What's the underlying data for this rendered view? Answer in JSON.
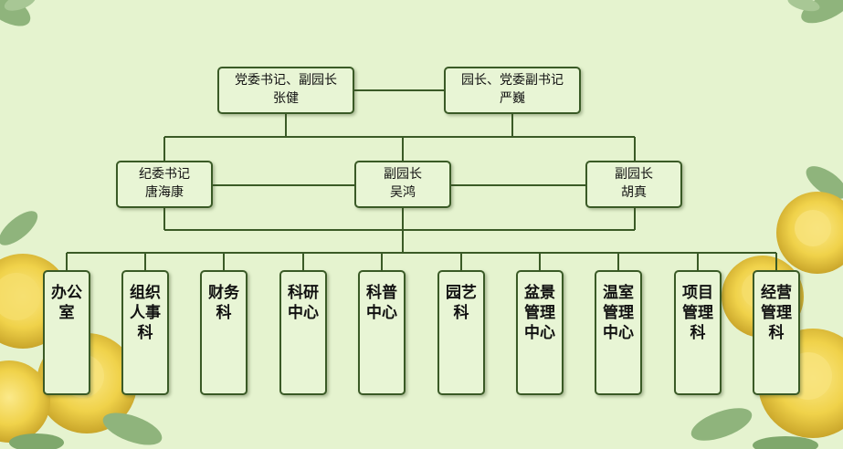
{
  "leaders": [
    {
      "title": "党委书记、副园长",
      "name": "张健"
    },
    {
      "title": "园长、党委副书记",
      "name": "严巍"
    }
  ],
  "deputies": [
    {
      "title": "纪委书记",
      "name": "唐海康"
    },
    {
      "title": "副园长",
      "name": "吴鸿"
    },
    {
      "title": "副园长",
      "name": "胡真"
    }
  ],
  "departments": [
    "办公室",
    "组织人事科",
    "财务科",
    "科研中心",
    "科普中心",
    "园艺科",
    "盆景管理中心",
    "温室管理中心",
    "项目管理科",
    "经营管理科"
  ],
  "colors": {
    "background": "#e5f3cf",
    "box_fill": "#e8f5d5",
    "line": "#3a5a26",
    "flower": "#f0d24a",
    "leaf": "#8fb47c"
  }
}
